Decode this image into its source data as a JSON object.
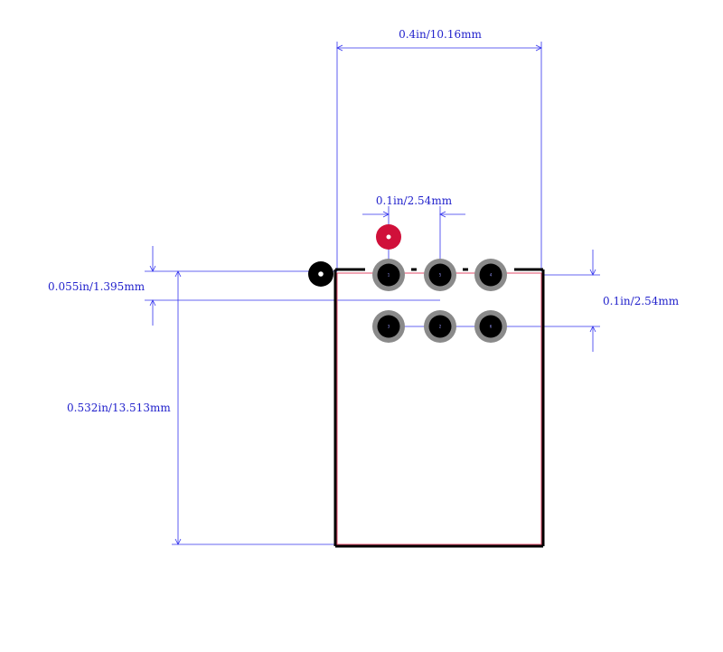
{
  "dimensions": {
    "width": "0.4in/10.16mm",
    "pitch_horizontal": "0.1in/2.54mm",
    "pitch_vertical": "0.1in/2.54mm",
    "edge_offset": "0.055in/1.395mm",
    "height": "0.532in/13.513mm"
  },
  "pads": [
    {
      "label": "1"
    },
    {
      "label": "3"
    },
    {
      "label": "5"
    },
    {
      "label": "2"
    },
    {
      "label": "4"
    },
    {
      "label": "6"
    }
  ],
  "colors": {
    "dimension": "#3333ee",
    "outline": "#000000",
    "courtyard": "#e24b6a",
    "pin1_marker": "#d0103a",
    "pad_ring": "#8a8a8a",
    "pad_hole": "#000000"
  }
}
